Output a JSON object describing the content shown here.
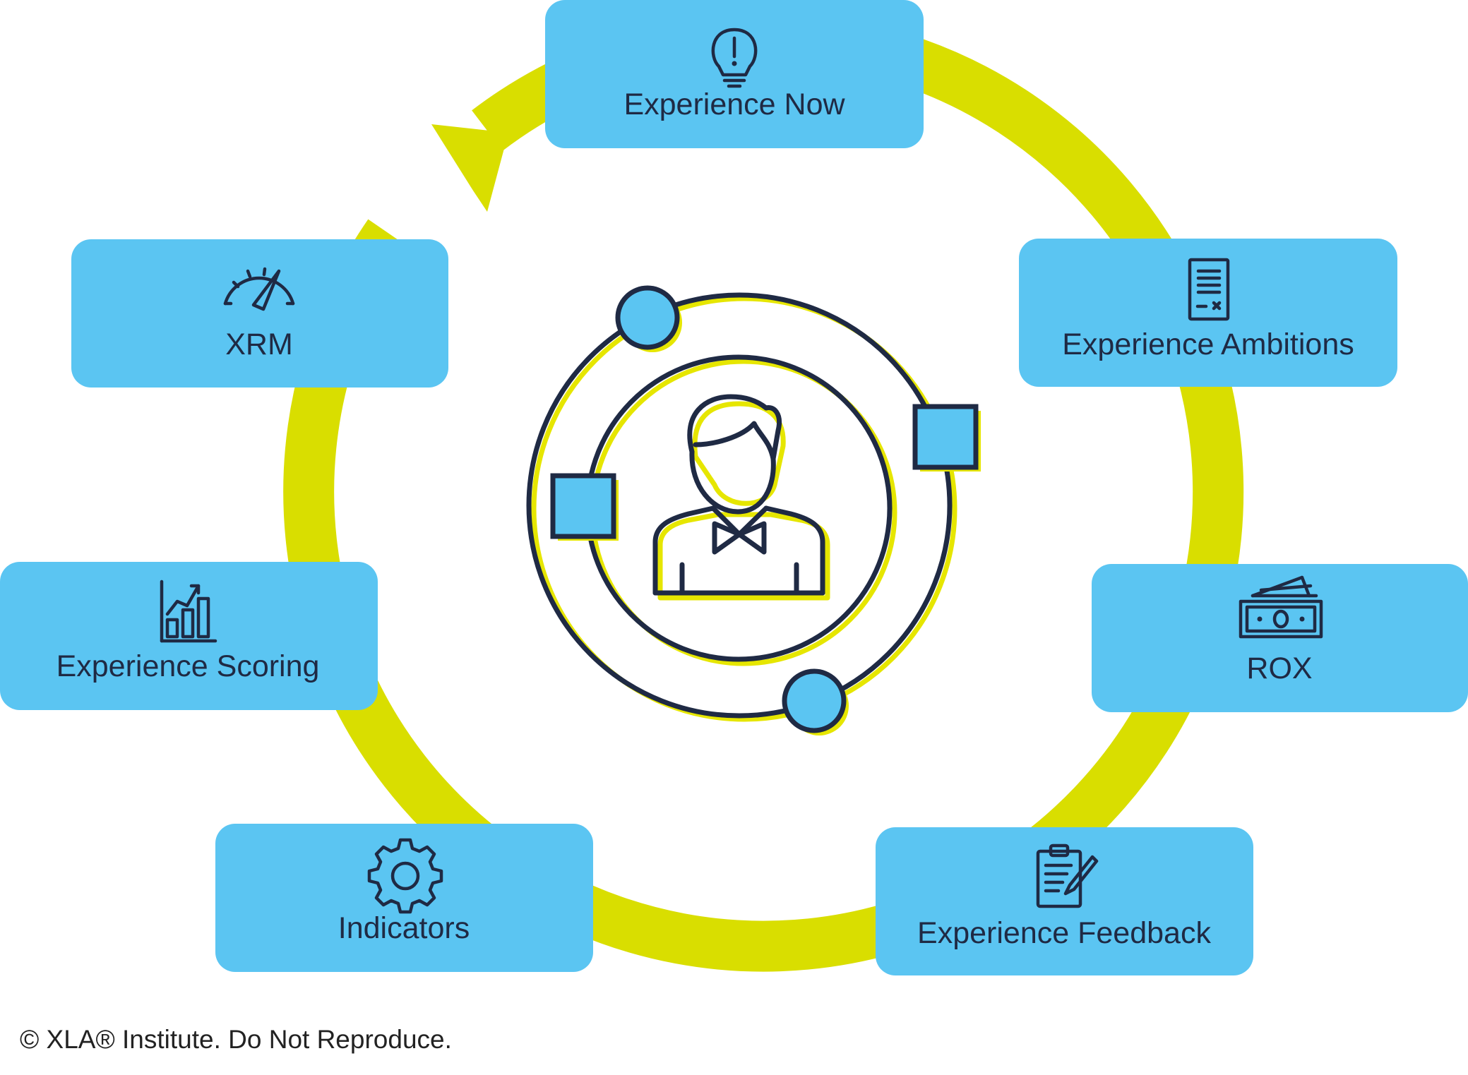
{
  "diagram": {
    "center_icon": "person-in-orbit-icon",
    "cycle_direction": "clockwise",
    "stages": [
      {
        "id": "experience-now",
        "label": "Experience Now",
        "icon": "lightbulb-alert-icon"
      },
      {
        "id": "experience-ambitions",
        "label": "Experience Ambitions",
        "icon": "document-contract-icon"
      },
      {
        "id": "rox",
        "label": "ROX",
        "icon": "banknotes-icon"
      },
      {
        "id": "experience-feedback",
        "label": "Experience Feedback",
        "icon": "clipboard-pencil-icon"
      },
      {
        "id": "indicators",
        "label": "Indicators",
        "icon": "gear-icon"
      },
      {
        "id": "experience-scoring",
        "label": "Experience Scoring",
        "icon": "bar-chart-growth-icon"
      },
      {
        "id": "xrm",
        "label": "XRM",
        "icon": "speedometer-icon"
      }
    ]
  },
  "colors": {
    "box_fill": "#5bc5f2",
    "cycle_ring": "#d9de00",
    "icon_stroke": "#1f2a44",
    "shadow_accent": "#e6e600"
  },
  "footer": {
    "copyright": "© XLA® Institute. Do Not Reproduce."
  }
}
